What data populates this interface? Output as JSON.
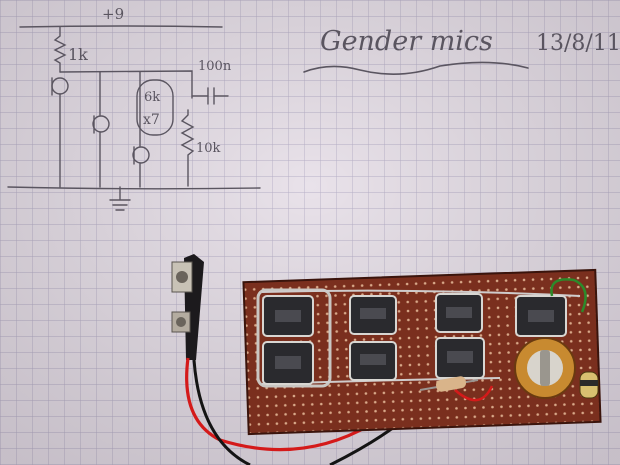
{
  "photo": {
    "subject": "hand-drawn schematic on graph paper above a stripboard circuit with a 9V battery clip",
    "paper_color": "#e9e2ea",
    "grid_color": "#b7b0c8",
    "ink_color": "#5a5560",
    "board_color": "#7a2f1e"
  },
  "notes": {
    "title": "Gender mics",
    "date": "13/8/11"
  },
  "schematic": {
    "supply_label": "+9",
    "resistor_top_label": "1k",
    "capacitor_label": "100n",
    "resistor_side_label": "10k",
    "mic_box_label": "6k",
    "multiplier_label": "x7"
  }
}
